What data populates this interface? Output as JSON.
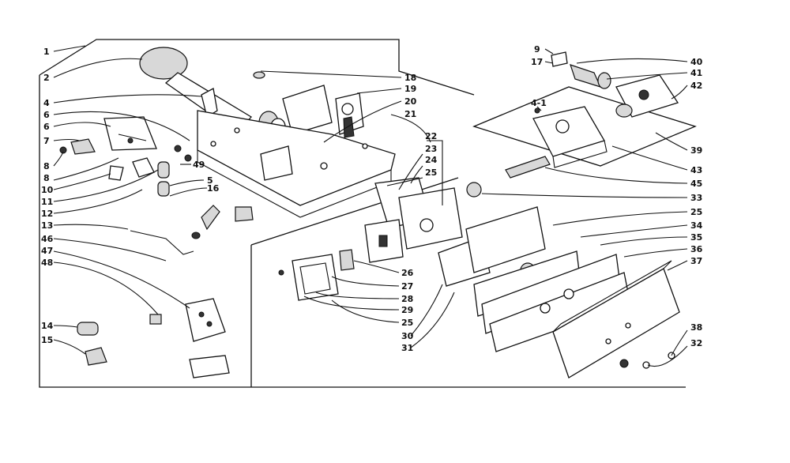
{
  "labels": {
    "l1": "1",
    "l2": "2",
    "l4": "4",
    "l6a": "6",
    "l6b": "6",
    "l7": "7",
    "l8a": "8",
    "l8b": "8",
    "l10": "10",
    "l11": "11",
    "l12": "12",
    "l13": "13",
    "l46": "46",
    "l47": "47",
    "l48": "48",
    "l14": "14",
    "l15": "15",
    "l49": "49",
    "l5": "5",
    "l16": "16",
    "l18": "18",
    "l19": "19",
    "l20": "20",
    "l21": "21",
    "l22": "22",
    "l23": "23",
    "l24": "24",
    "l25a": "25",
    "l9": "9",
    "l17": "17",
    "l40": "40",
    "l41": "41",
    "l42": "42",
    "l4_1": "4-1",
    "l39": "39",
    "l43": "43",
    "l45": "45",
    "l33": "33",
    "l25b": "25",
    "l34": "34",
    "l35": "35",
    "l36": "36",
    "l37": "37",
    "l26": "26",
    "l27": "27",
    "l28": "28",
    "l29": "29",
    "l25c": "25",
    "l30": "30",
    "l31": "31",
    "l38": "38",
    "l32": "32"
  }
}
